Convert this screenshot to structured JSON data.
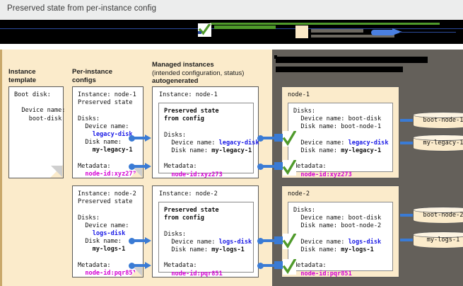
{
  "title": "Preserved state from per-instance config",
  "legend": {
    "check_icon": "green-check-icon",
    "swatch_icon": "cream-swatch-icon",
    "arrow_icon": "blue-arrow-icon",
    "label_1": "",
    "label_2": "",
    "label_3": ""
  },
  "colors": {
    "panel_left": "#fbebcb",
    "panel_right": "#64605a",
    "titlebar": "#eceded",
    "accent_blue": "#1a1ae6",
    "accent_magenta": "#d400d4",
    "connector_blue": "#3a7bd5",
    "check_green": "#4f9a2b"
  },
  "columns": {
    "instance_template": "Instance\ntemplate",
    "per_instance_configs": "Per-instance\nconfigs",
    "managed_instances_line1": "Managed instances",
    "managed_instances_line2": "(intended configuration, status)",
    "managed_instances_line3": "autogenerated",
    "right_panel_header_line1": "",
    "right_panel_header_line2": ""
  },
  "instance_template": {
    "line1": "Boot disk:",
    "line2": "",
    "line3": "  Device name:",
    "line4": "    boot-disk"
  },
  "per_instance_configs": [
    {
      "instance": "Instance: node-1",
      "preserved": "Preserved state",
      "disks_label": "Disks:",
      "device_name_label": "  Device name:",
      "device_name_value": "    legacy-disk",
      "disk_name_label": "  Disk name:",
      "disk_name_value": "    my-legacy-1",
      "metadata_label": "Metadata:",
      "metadata_value": "  node-id:xyz273"
    },
    {
      "instance": "Instance: node-2",
      "preserved": "Preserved state",
      "disks_label": "Disks:",
      "device_name_label": "  Device name:",
      "device_name_value": "    logs-disk",
      "disk_name_label": "  Disk name:",
      "disk_name_value": "    my-logs-1",
      "metadata_label": "Metadata:",
      "metadata_value": "  node-id:pqr851"
    }
  ],
  "managed_instances": [
    {
      "instance": "Instance: node-1",
      "preserved_line1": "Preserved state",
      "preserved_line2": "from config",
      "disks_label": "Disks:",
      "device_name_label": "  Device name: ",
      "device_name_value": "legacy-disk",
      "disk_name_label": "  Disk name: ",
      "disk_name_value": "my-legacy-1",
      "metadata_label": "Metadata:",
      "metadata_value": "  node-id:xyz273"
    },
    {
      "instance": "Instance: node-2",
      "preserved_line1": "Preserved state",
      "preserved_line2": "from config",
      "disks_label": "Disks:",
      "device_name_label": "  Device name: ",
      "device_name_value": "logs-disk",
      "disk_name_label": "  Disk name: ",
      "disk_name_value": "my-logs-1",
      "metadata_label": "Metadata:",
      "metadata_value": "  node-id:pqr851"
    }
  ],
  "nodes": [
    {
      "name": "node-1",
      "disks_label": "Disks:",
      "boot_device_label": "  Device name: boot-disk",
      "boot_disk_label": "  Disk name: boot-node-1",
      "extra_device_label": "  Device name: ",
      "extra_device_value": "legacy-disk",
      "extra_disk_label": "  Disk name: ",
      "extra_disk_value": "my-legacy-1",
      "metadata_label": "Metadata:",
      "metadata_value": "  node-id:xyz273",
      "disk_icons": [
        "boot-node-1",
        "my-legacy-1"
      ]
    },
    {
      "name": "node-2",
      "disks_label": "Disks:",
      "boot_device_label": "  Device name: boot-disk",
      "boot_disk_label": "  Disk name: boot-node-2",
      "extra_device_label": "  Device name: ",
      "extra_device_value": "logs-disk",
      "extra_disk_label": "  Disk name: ",
      "extra_disk_value": "my-logs-1",
      "metadata_label": "Metadata:",
      "metadata_value": "  node-id:pqr851",
      "disk_icons": [
        "boot-node-2",
        "my-logs-1"
      ]
    }
  ]
}
